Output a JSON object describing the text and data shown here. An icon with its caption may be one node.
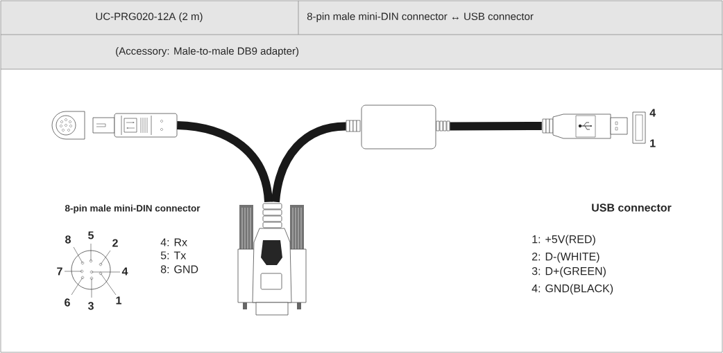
{
  "diagram": {
    "nodes": [
      {
        "text": [],
        "shape": "picture"
      },
      {
        "text": [],
        "shape": "picture"
      },
      {
        "text": [],
        "shape": "box"
      },
      {
        "text": [],
        "shape": "picture"
      }
    ],
    "edges": [
      {
        "from": 0,
        "to": 1,
        "arrow": "none"
      },
      {
        "from": 1,
        "to": 2,
        "arrow": "none"
      },
      {
        "from": 2,
        "to": 3,
        "arrow": "none"
      }
    ],
    "labels": [
      "UC-PRG020-12A (2 m)",
      "8-pin male mini-DIN connector ↔ USB connector",
      "(Accessory: Male-to-male DB9 adapter)",
      "4",
      "1",
      "8-pin male mini-DIN connector",
      "8",
      "5",
      "2",
      "7",
      "4",
      "6",
      "3",
      "1",
      "4: Rx",
      "5: Tx",
      "8: GND",
      "USB connector",
      "1: +5V(RED)",
      "2: D-(WHITE)",
      "3: D+(GREEN)",
      "4: GND(BLACK)"
    ]
  }
}
